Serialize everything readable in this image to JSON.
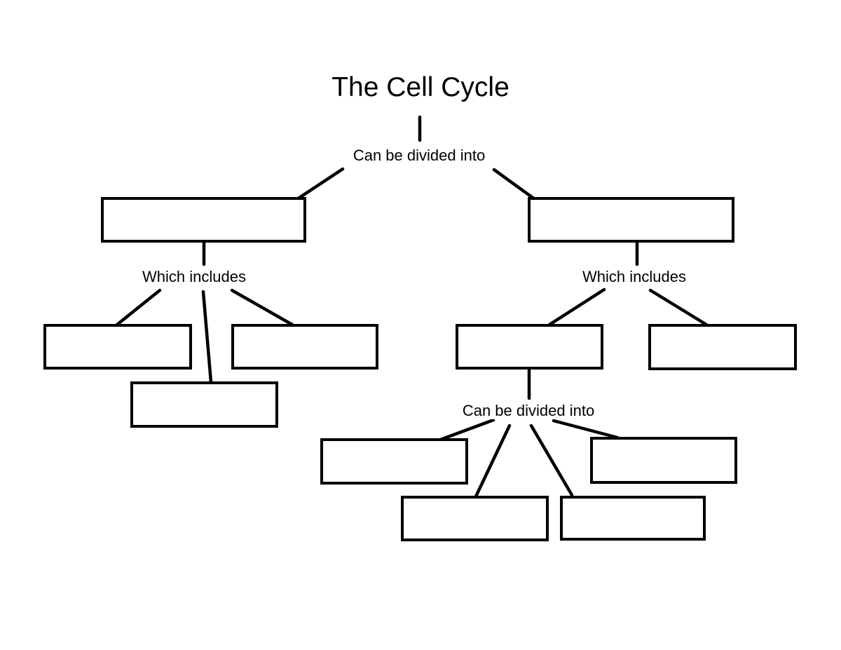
{
  "title": "The Cell Cycle",
  "connector_labels": {
    "root": "Can be divided into",
    "left_branch": "Which includes",
    "right_branch": "Which includes",
    "right_child": "Can be divided into"
  },
  "boxes": [
    {
      "id": "branch-left",
      "value": ""
    },
    {
      "id": "branch-right",
      "value": ""
    },
    {
      "id": "left-child-1",
      "value": ""
    },
    {
      "id": "left-child-2",
      "value": ""
    },
    {
      "id": "left-child-3",
      "value": ""
    },
    {
      "id": "right-child-1",
      "value": ""
    },
    {
      "id": "right-child-2",
      "value": ""
    },
    {
      "id": "right-grandchild-1",
      "value": ""
    },
    {
      "id": "right-grandchild-2",
      "value": ""
    },
    {
      "id": "right-grandchild-3",
      "value": ""
    },
    {
      "id": "right-grandchild-4",
      "value": ""
    }
  ],
  "colors": {
    "ink": "#000000",
    "background": "#ffffff",
    "box_fill": "#ffffff"
  }
}
